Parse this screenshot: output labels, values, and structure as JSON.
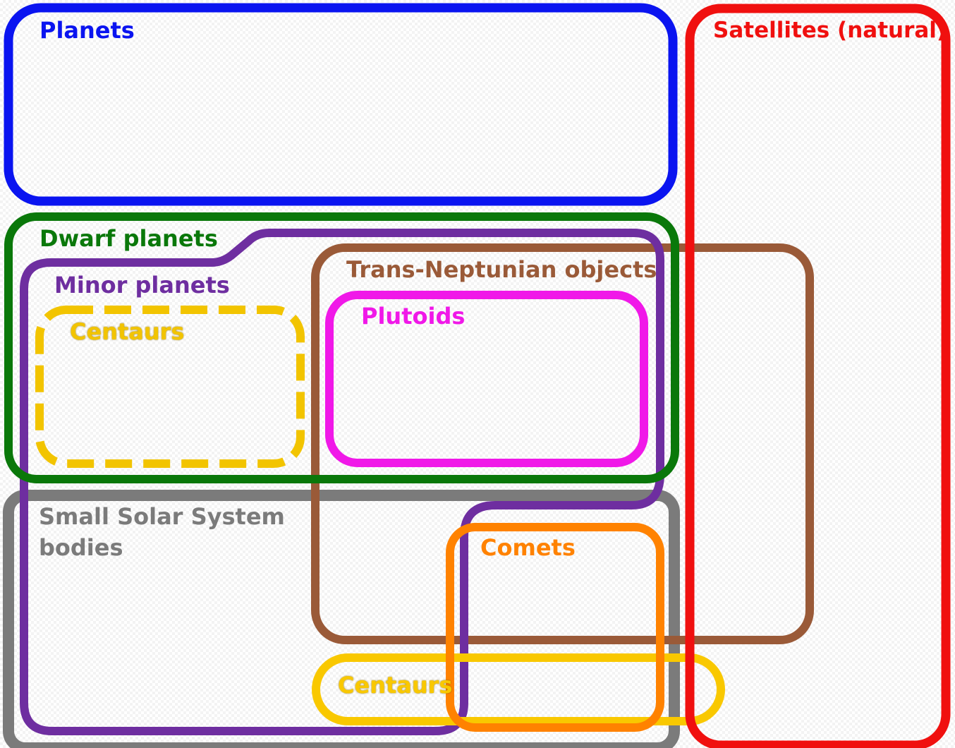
{
  "categories": {
    "planets": {
      "label": "Planets",
      "color": "#0a14f0"
    },
    "satellites": {
      "label": "Satellites (natural)",
      "color": "#f0100f"
    },
    "dwarf_planets": {
      "label": "Dwarf planets",
      "color": "#0a780a"
    },
    "minor_planets": {
      "label": "Minor planets",
      "color": "#6e2ea0"
    },
    "trans_neptunian": {
      "label": "Trans-Neptunian objects",
      "color": "#9a5a38"
    },
    "plutoids": {
      "label": "Plutoids",
      "color": "#f018e8"
    },
    "centaurs_upper": {
      "label": "Centaurs",
      "color": "#f2c400",
      "line_style": "dashed"
    },
    "small_bodies": {
      "label_line1": "Small Solar System",
      "label_line2": "bodies",
      "color": "#7b7b7b"
    },
    "comets": {
      "label": "Comets",
      "color": "#ff8200"
    },
    "centaurs_lower": {
      "label": "Centaurs",
      "color": "#f9c800"
    }
  }
}
